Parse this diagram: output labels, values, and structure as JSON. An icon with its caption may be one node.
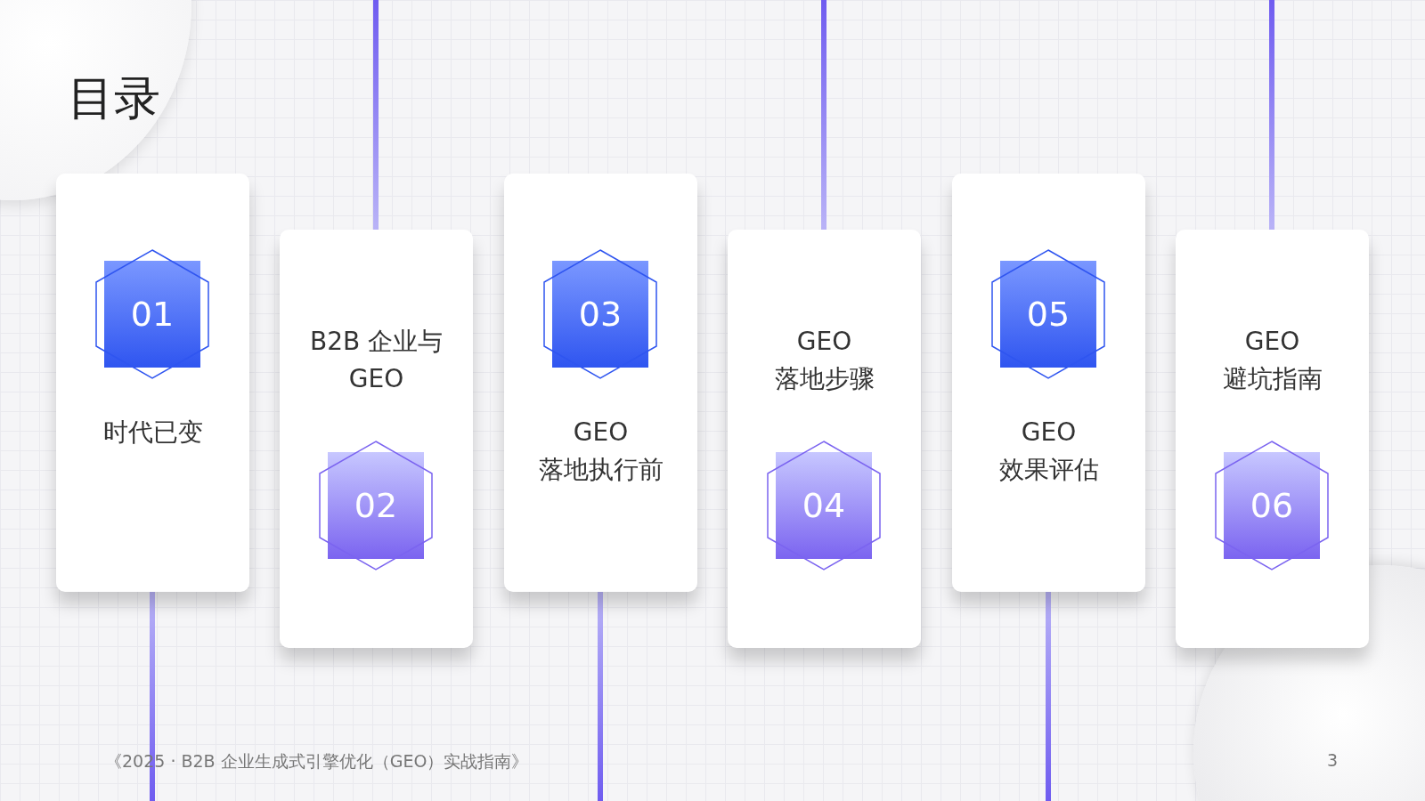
{
  "diagram": {
    "title": "目录",
    "nodes": [
      {
        "text": [
          "时代已变"
        ]
      },
      {
        "text": [
          "01"
        ],
        "in": 0
      },
      {
        "text": [
          "B2B 企业与 GEO"
        ]
      },
      {
        "text": [
          "02"
        ],
        "in": 2
      },
      {
        "text": [
          "GEO 落地执行前"
        ]
      },
      {
        "text": [
          "03"
        ],
        "in": 4
      },
      {
        "text": [
          "GEO 落地步骤"
        ]
      },
      {
        "text": [
          "04"
        ],
        "in": 6
      },
      {
        "text": [
          "GEO 效果评估"
        ]
      },
      {
        "text": [
          "05"
        ],
        "in": 8
      },
      {
        "text": [
          "GEO 避坑指南"
        ]
      },
      {
        "text": [
          "06"
        ],
        "in": 10
      }
    ],
    "edges": [],
    "labels": [
      "《2025 · B2B 企业生成式引擎优化（GEO）实战指南》",
      "3"
    ]
  }
}
